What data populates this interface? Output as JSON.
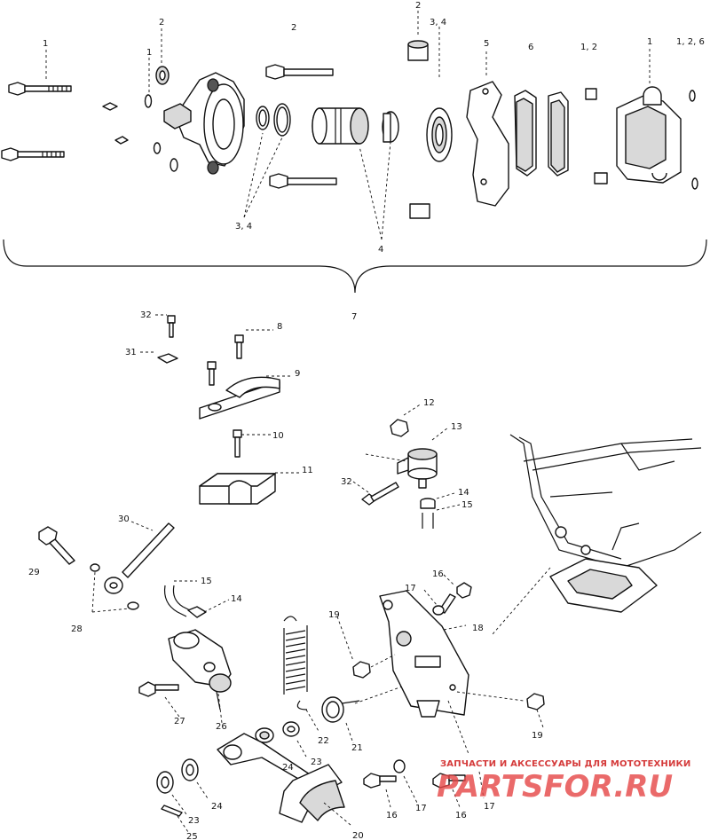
{
  "callouts": {
    "c_1a": "1",
    "c_2a": "2",
    "c_1b": "1",
    "c_2b": "2",
    "c_2c": "2",
    "c_34a": "3, 4",
    "c_5": "5",
    "c_6": "6",
    "c_12a": "1, 2",
    "c_1c": "1",
    "c_126": "1, 2, 6",
    "c_34b": "3, 4",
    "c_4": "4",
    "c_7": "7",
    "c_32a": "32",
    "c_8": "8",
    "c_31": "31",
    "c_9": "9",
    "c_10": "10",
    "c_11": "11",
    "c_12": "12",
    "c_13": "13",
    "c_32b": "32",
    "c_14a": "14",
    "c_15a": "15",
    "c_30": "30",
    "c_29": "29",
    "c_28": "28",
    "c_15b": "15",
    "c_14b": "14",
    "c_17a": "17",
    "c_16a": "16",
    "c_19a": "19",
    "c_18": "18",
    "c_27": "27",
    "c_26": "26",
    "c_22": "22",
    "c_21": "21",
    "c_19b": "19",
    "c_24a": "24",
    "c_23a": "23",
    "c_24b": "24",
    "c_23b": "23",
    "c_25": "25",
    "c_20": "20",
    "c_16b": "16",
    "c_17b": "17",
    "c_16c": "16",
    "c_17c": "17"
  },
  "watermark": {
    "subtitle": "ЗАПЧАСТИ И АКСЕССУАРЫ ДЛЯ МОТОТЕХНИКИ",
    "brand": "PARTSFOR.RU"
  },
  "colors": {
    "ink": "#111111",
    "watermark_red": "#e64545"
  }
}
